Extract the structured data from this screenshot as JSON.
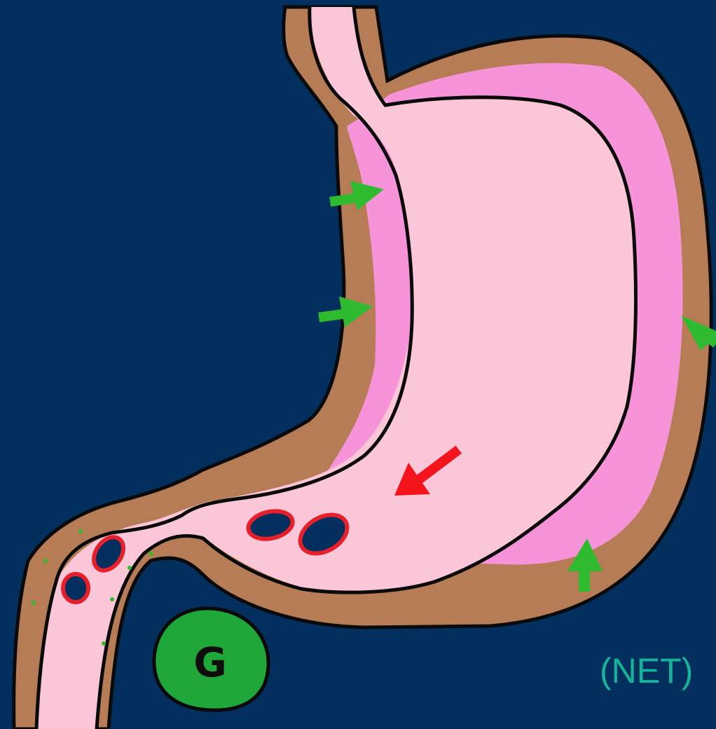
{
  "diagram": {
    "cell_marker": "G",
    "caption": "(NET)"
  },
  "colors": {
    "background": "#022f5d",
    "serosa": "#b57c55",
    "muscularis": "#f793d9",
    "mucosa": "#fbc6d8",
    "outline": "#0a0a0a",
    "pointer_green": "#2fbb2f",
    "pointer_red": "#f4141c",
    "cell_fill": "#1fa739",
    "caption_color": "#15b39a"
  },
  "pointers": {
    "green_count": 4,
    "red_count": 1
  }
}
